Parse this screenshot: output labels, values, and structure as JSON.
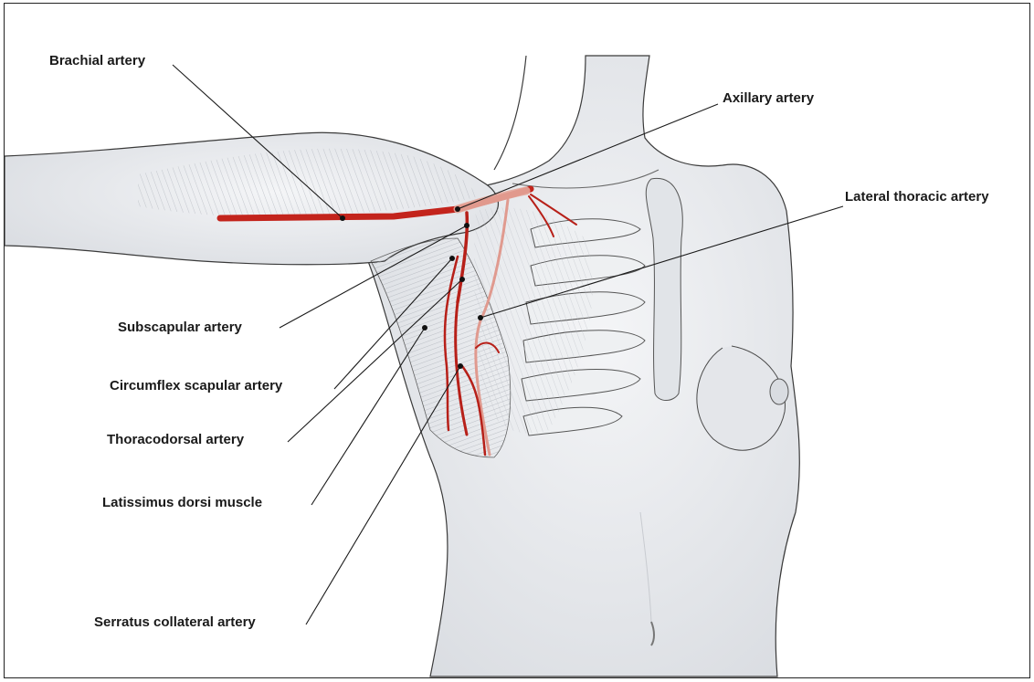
{
  "labels": {
    "brachial_artery": "Brachial artery",
    "axillary_artery": "Axillary artery",
    "lateral_thoracic_artery": "Lateral thoracic artery",
    "subscapular_artery": "Subscapular artery",
    "circumflex_scapular_artery": "Circumflex scapular artery",
    "thoracodorsal_artery": "Thoracodorsal artery",
    "latissimus_dorsi_muscle": "Latissimus dorsi muscle",
    "serratus_collateral_artery": "Serratus collateral artery"
  },
  "colors": {
    "artery": "#c3241c",
    "artery_dark": "#9e1a14",
    "skin": "#e9ebee",
    "outline": "#3a3a3a",
    "muscle": "#d6d9de",
    "leader": "#1a1a1a"
  }
}
